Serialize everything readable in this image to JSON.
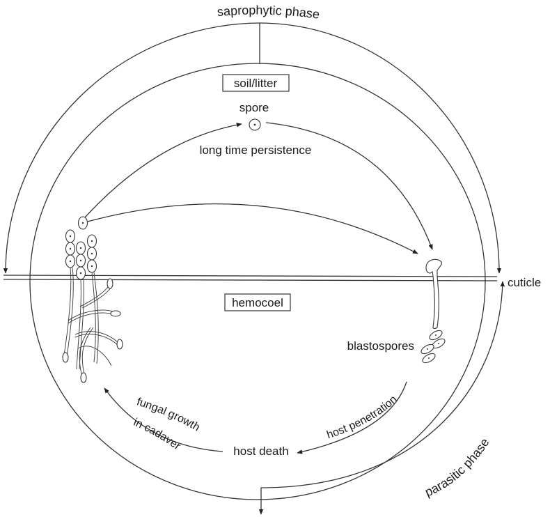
{
  "diagram": {
    "labels": {
      "saprophytic_phase": "saprophytic phase",
      "parasitic_phase": "parasitic phase",
      "soil_litter": "soil/litter",
      "spore": "spore",
      "long_time_persistence": "long time persistence",
      "cuticle": "cuticle",
      "hemocoel": "hemocoel",
      "blastospores": "blastospores",
      "host_penetration": "host penetration",
      "host_death": "host death",
      "fungal_growth_line1": "fungal growth",
      "fungal_growth_line2": "in cadaver"
    }
  }
}
